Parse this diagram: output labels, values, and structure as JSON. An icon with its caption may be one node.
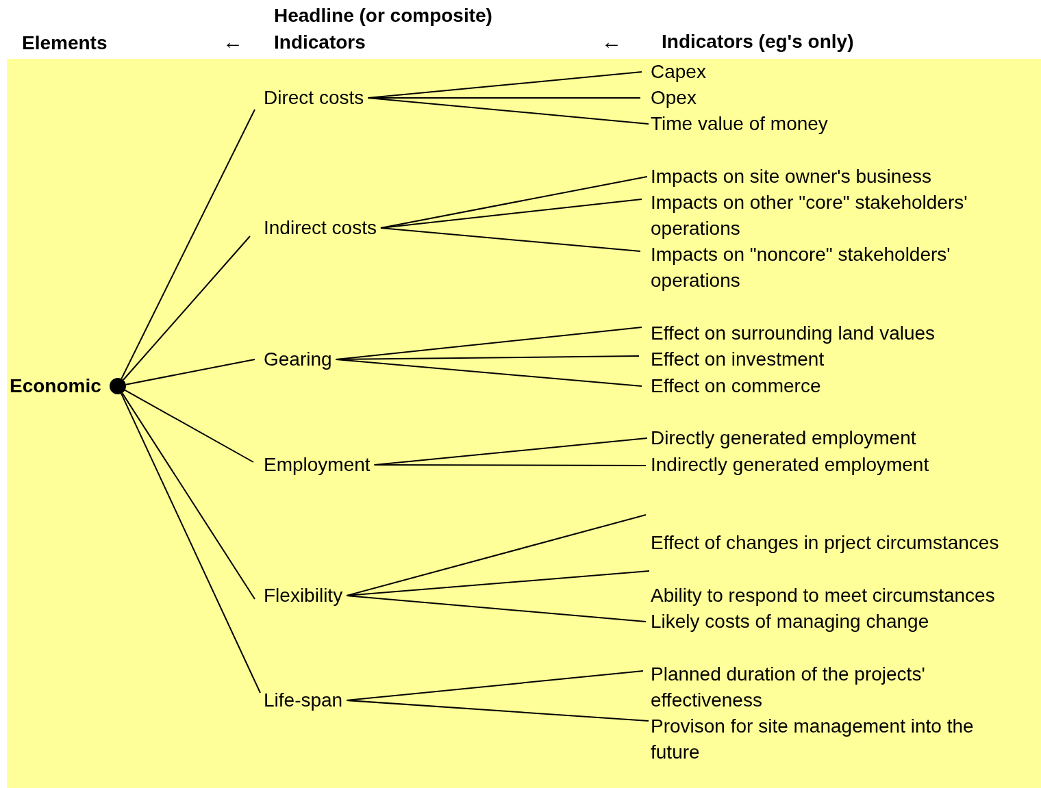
{
  "diagram": {
    "nodes": [
      {
        "text": [
          "Economic"
        ]
      },
      {
        "text": [],
        "shape": "circle"
      },
      {
        "text": [
          "Direct costs"
        ]
      },
      {
        "text": [
          "Indirect costs"
        ]
      },
      {
        "text": [
          "Gearing"
        ]
      },
      {
        "text": [
          "Employment"
        ]
      },
      {
        "text": [
          "Flexibility"
        ]
      },
      {
        "text": [
          "Life-span"
        ]
      },
      {
        "text": [
          "Capex"
        ]
      },
      {
        "text": [
          "Opex"
        ]
      },
      {
        "text": [
          "Time value of money"
        ]
      },
      {
        "text": [
          "Impacts on site owner's business"
        ]
      },
      {
        "text": [
          "Impacts on other \"core\" stakeholders' operations"
        ]
      },
      {
        "text": [
          "Impacts on \"noncore\" stakeholders' operations"
        ]
      },
      {
        "text": [
          "Effect on surrounding land values"
        ]
      },
      {
        "text": [
          "Effect on investment"
        ]
      },
      {
        "text": [
          "Effect on commerce"
        ]
      },
      {
        "text": [
          "Directly generated employment"
        ]
      },
      {
        "text": [
          "Indirectly generated employment"
        ]
      },
      {
        "text": [
          "Effect of changes in prject circumstances"
        ]
      },
      {
        "text": [
          "Ability to respond to meet circumstances"
        ]
      },
      {
        "text": [
          "Likely costs of managing change"
        ]
      },
      {
        "text": [
          "Planned duration of the projects' effectiveness"
        ]
      },
      {
        "text": [
          "Provison for site management into the future"
        ]
      }
    ],
    "edges": [
      {
        "from": 1,
        "to": 2,
        "arrow": "none"
      },
      {
        "from": 1,
        "to": 3,
        "arrow": "none"
      },
      {
        "from": 1,
        "to": 4,
        "arrow": "none"
      },
      {
        "from": 1,
        "to": 5,
        "arrow": "none"
      },
      {
        "from": 1,
        "to": 6,
        "arrow": "none"
      },
      {
        "from": 1,
        "to": 7,
        "arrow": "none"
      },
      {
        "from": 2,
        "to": 8,
        "arrow": "none"
      },
      {
        "from": 2,
        "to": 9,
        "arrow": "none"
      },
      {
        "from": 2,
        "to": 10,
        "arrow": "none"
      },
      {
        "from": 3,
        "to": 11,
        "arrow": "none"
      },
      {
        "from": 3,
        "to": 12,
        "arrow": "none"
      },
      {
        "from": 3,
        "to": 13,
        "arrow": "none"
      },
      {
        "from": 4,
        "to": 14,
        "arrow": "none"
      },
      {
        "from": 4,
        "to": 15,
        "arrow": "none"
      },
      {
        "from": 4,
        "to": 16,
        "arrow": "none"
      },
      {
        "from": 5,
        "to": 17,
        "arrow": "none"
      },
      {
        "from": 5,
        "to": 18,
        "arrow": "none"
      },
      {
        "from": 6,
        "to": 19,
        "arrow": "none"
      },
      {
        "from": 6,
        "to": 20,
        "arrow": "none"
      },
      {
        "from": 6,
        "to": 21,
        "arrow": "none"
      },
      {
        "from": 7,
        "to": 22,
        "arrow": "none"
      },
      {
        "from": 7,
        "to": 23,
        "arrow": "none"
      }
    ],
    "labels": [
      "Headline (or composite) Indicators",
      "Elements",
      "←",
      "←",
      "Indicators (eg's only)"
    ]
  }
}
